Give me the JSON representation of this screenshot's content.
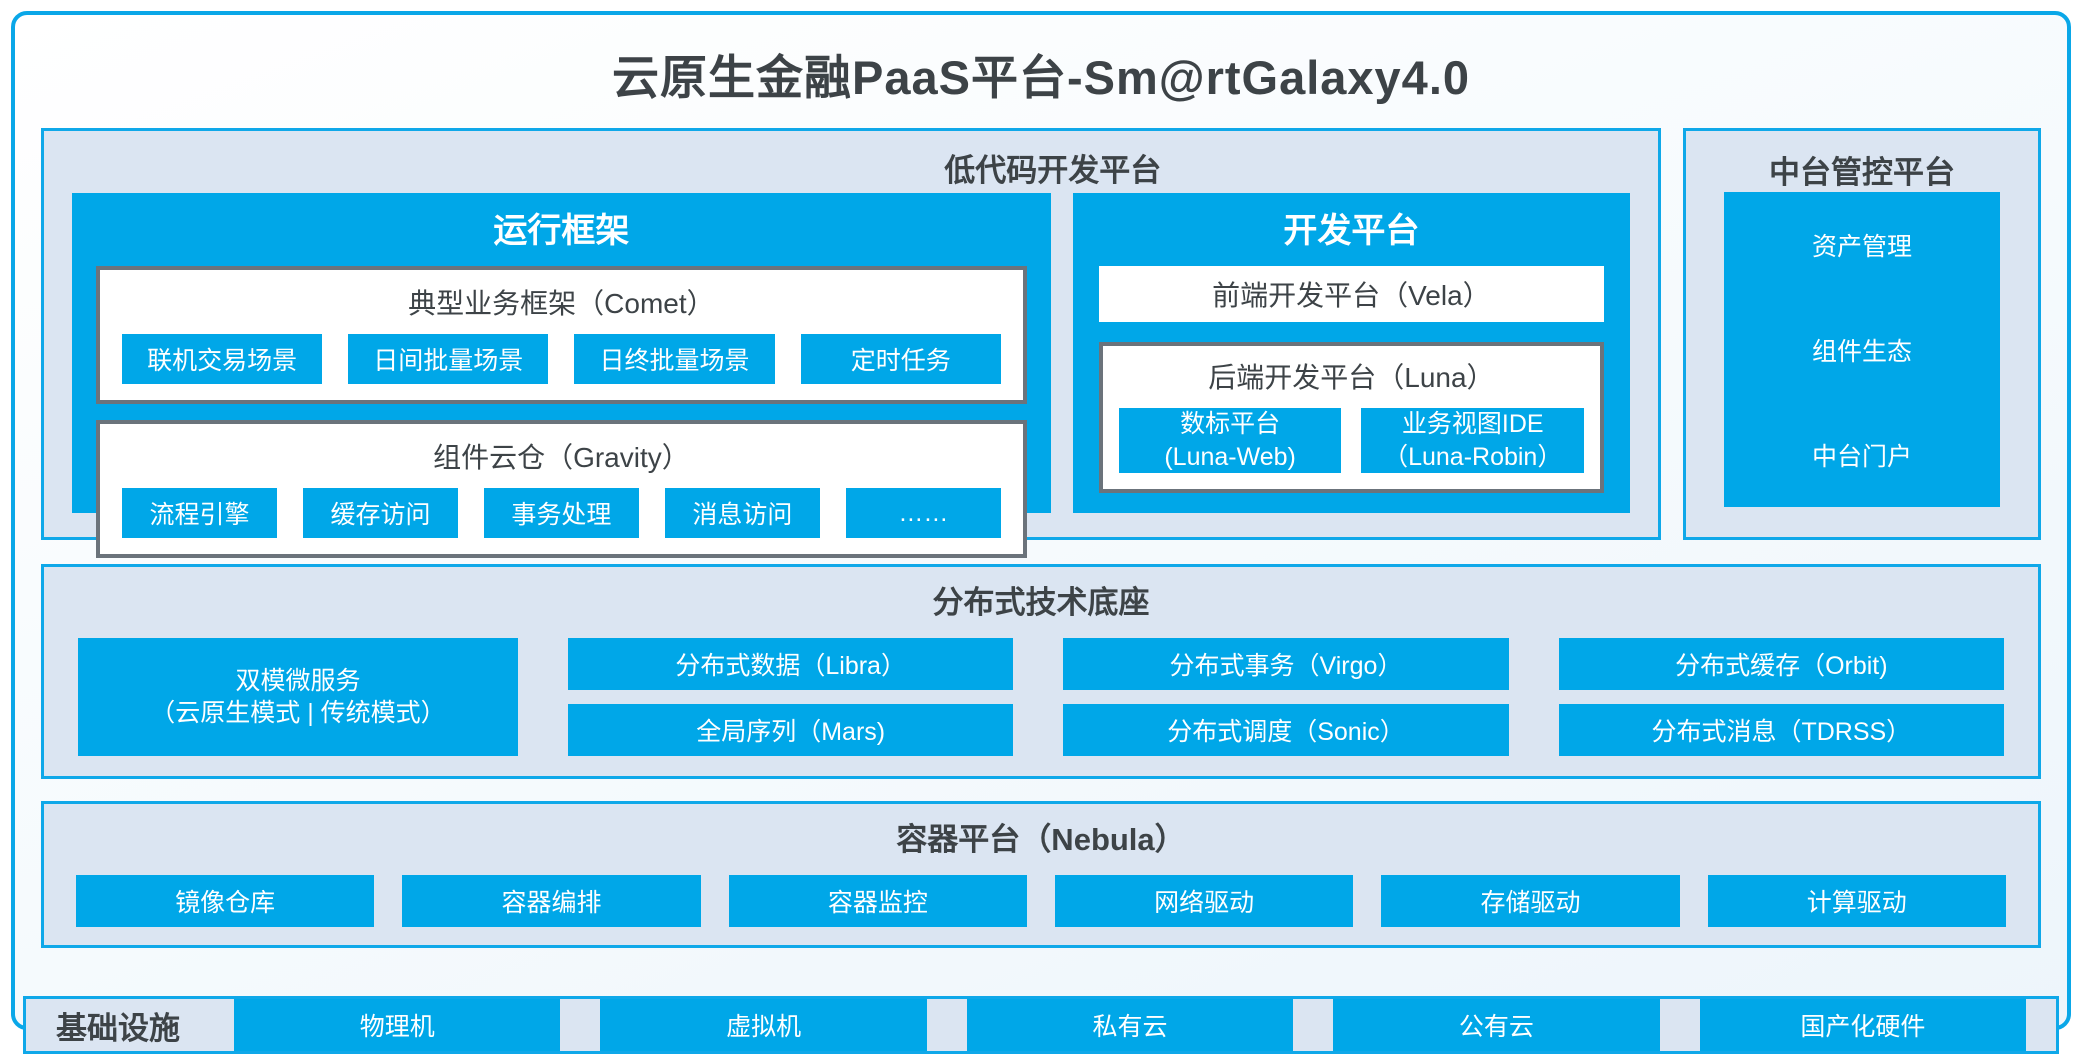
{
  "title": "云原生金融PaaS平台-Sm@rtGalaxy4.0",
  "colors": {
    "accent_blue": "#00A7E8",
    "panel_bg": "#DBE5F2",
    "panel_border": "#0FA8E9",
    "gray_border": "#6B737B",
    "dark_text": "#3D4347",
    "white": "#FFFFFF"
  },
  "lowcode": {
    "header": "低代码开发平台",
    "runtime": {
      "header": "运行框架",
      "comet": {
        "title": "典型业务框架（Comet）",
        "items": [
          "联机交易场景",
          "日间批量场景",
          "日终批量场景",
          "定时任务"
        ]
      },
      "gravity": {
        "title": "组件云仓（Gravity）",
        "items": [
          "流程引擎",
          "缓存访问",
          "事务处理",
          "消息访问",
          "……"
        ]
      }
    },
    "dev": {
      "header": "开发平台",
      "vela": "前端开发平台（Vela）",
      "luna": {
        "title": "后端开发平台（Luna）",
        "items": [
          {
            "line1": "数标平台",
            "line2": "(Luna-Web)"
          },
          {
            "line1": "业务视图IDE",
            "line2": "（Luna-Robin）"
          }
        ]
      }
    }
  },
  "midplatform": {
    "header": "中台管控平台",
    "items": [
      "资产管理",
      "组件生态",
      "中台门户"
    ]
  },
  "distributed": {
    "header": "分布式技术底座",
    "tall_item": {
      "line1": "双模微服务",
      "line2": "（云原生模式 | 传统模式）"
    },
    "row1": [
      "分布式数据（Libra）",
      "分布式事务（Virgo）",
      "分布式缓存（Orbit)"
    ],
    "row2": [
      "全局序列（Mars)",
      "分布式调度（Sonic）",
      "分布式消息（TDRSS）"
    ]
  },
  "container_platform": {
    "header": "容器平台（Nebula）",
    "items": [
      "镜像仓库",
      "容器编排",
      "容器监控",
      "网络驱动",
      "存储驱动",
      "计算驱动"
    ]
  },
  "infrastructure": {
    "label": "基础设施",
    "items": [
      "物理机",
      "虚拟机",
      "私有云",
      "公有云",
      "国产化硬件"
    ]
  }
}
